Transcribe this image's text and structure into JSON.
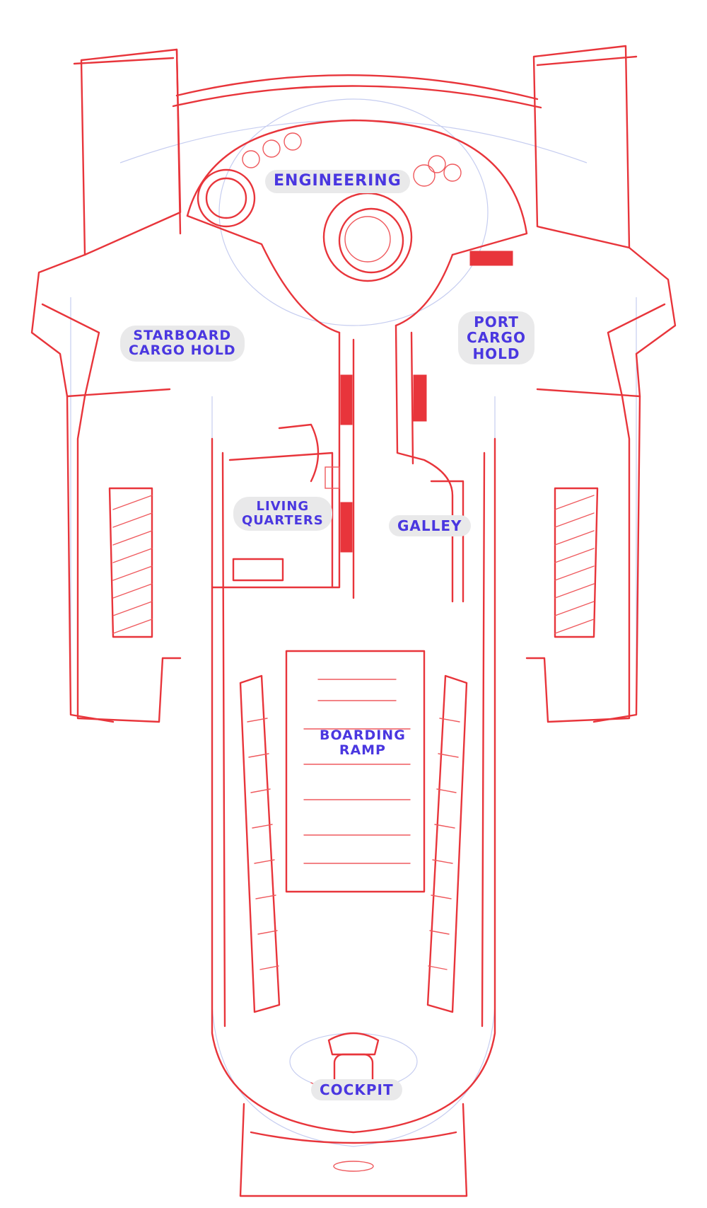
{
  "rooms": {
    "engineering": "ENGINEERING",
    "starboard_cargo_hold": "STARBOARD\nCARGO HOLD",
    "port_cargo_hold": "PORT\nCARGO\nHOLD",
    "living_quarters": "LIVING\nQUARTERS",
    "galley": "GALLEY",
    "boarding_ramp": "BOARDING\nRAMP",
    "cockpit": "COCKPIT"
  },
  "colors": {
    "sketch_line": "#e8353b",
    "guide_line": "#c6cdf0",
    "label_text": "#4a37e0",
    "label_background": "#e9e9ea"
  }
}
